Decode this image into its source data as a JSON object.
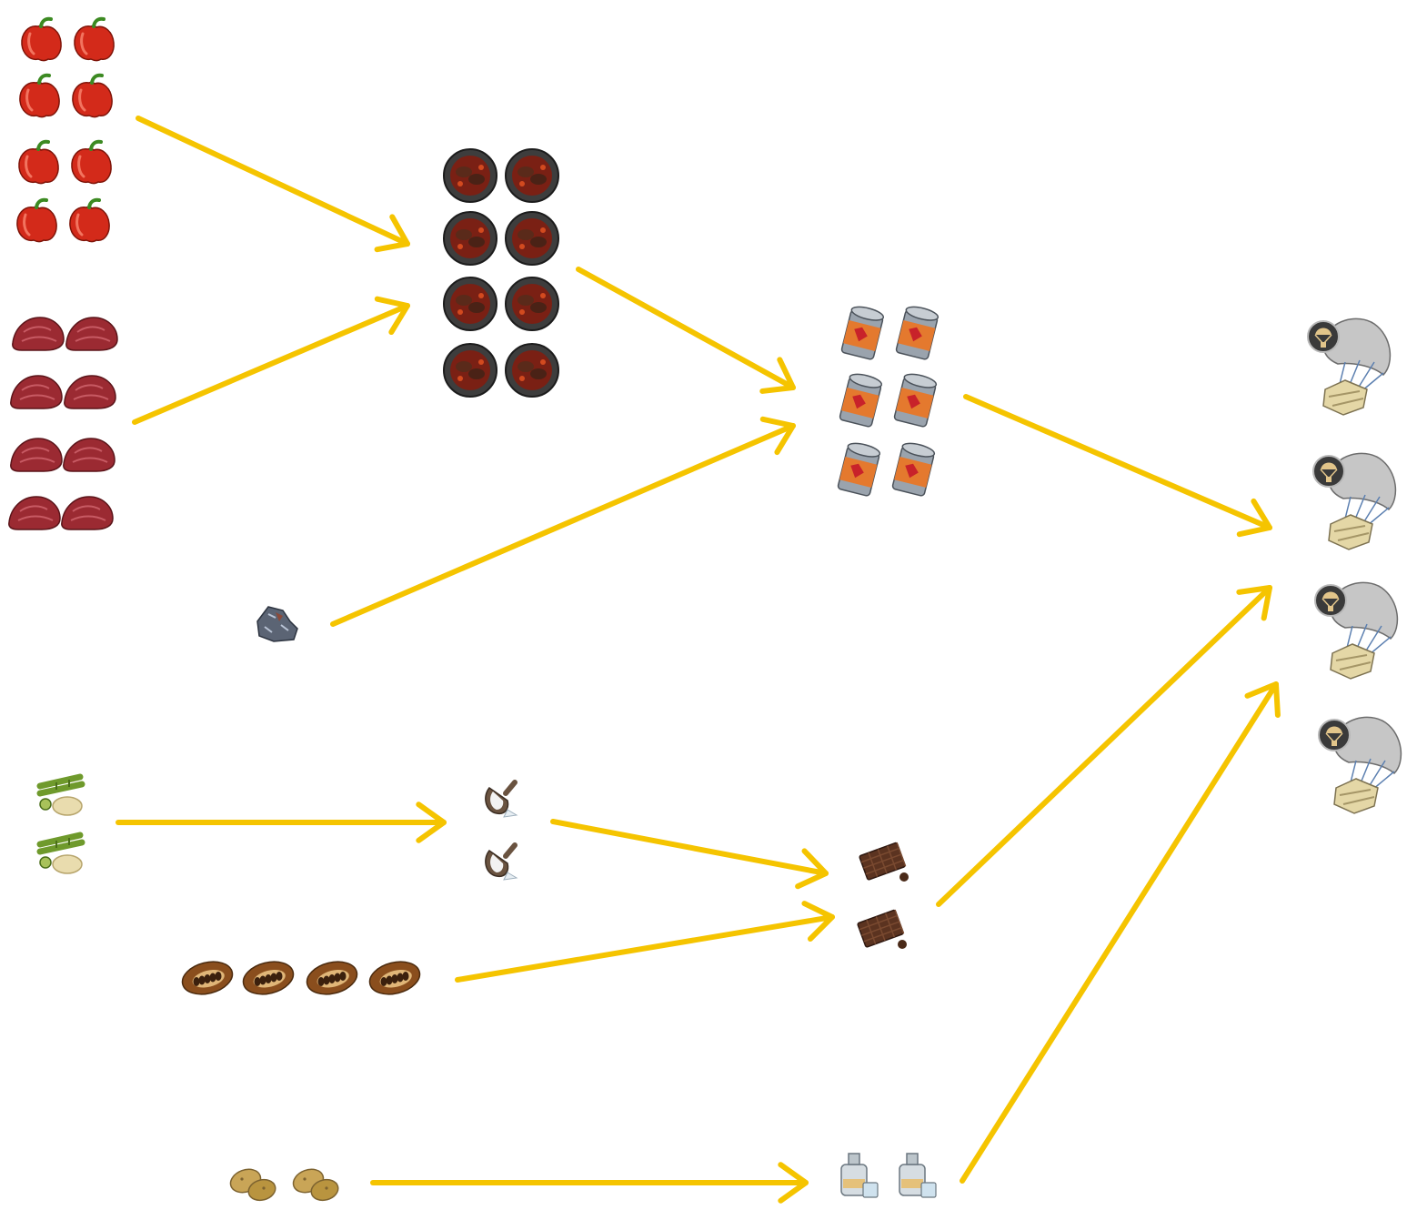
{
  "diagram": {
    "arrow_color": "#F5C400",
    "nodes": [
      {
        "id": "peppers",
        "icon": "bell-pepper-icon",
        "count": 8
      },
      {
        "id": "meat",
        "icon": "raw-meat-icon",
        "count": 8
      },
      {
        "id": "stew",
        "icon": "stew-bowl-icon",
        "count": 8
      },
      {
        "id": "metal",
        "icon": "metal-ore-icon",
        "count": 1
      },
      {
        "id": "cans",
        "icon": "canned-food-icon",
        "count": 6
      },
      {
        "id": "sugarcane",
        "icon": "sugarcane-icon",
        "count": 2
      },
      {
        "id": "sugar",
        "icon": "sugar-scoop-icon",
        "count": 2
      },
      {
        "id": "cacao",
        "icon": "cacao-pod-icon",
        "count": 4
      },
      {
        "id": "chocolate",
        "icon": "chocolate-bar-icon",
        "count": 2
      },
      {
        "id": "potatoes",
        "icon": "potato-icon",
        "count": 2
      },
      {
        "id": "vodka",
        "icon": "vodka-bottle-icon",
        "count": 2
      },
      {
        "id": "airdrop",
        "icon": "supply-airdrop-icon",
        "count": 4
      }
    ],
    "edges": [
      {
        "from": "peppers",
        "to": "stew"
      },
      {
        "from": "meat",
        "to": "stew"
      },
      {
        "from": "stew",
        "to": "cans"
      },
      {
        "from": "metal",
        "to": "cans"
      },
      {
        "from": "cans",
        "to": "airdrop"
      },
      {
        "from": "sugarcane",
        "to": "sugar"
      },
      {
        "from": "sugar",
        "to": "chocolate"
      },
      {
        "from": "cacao",
        "to": "chocolate"
      },
      {
        "from": "chocolate",
        "to": "airdrop"
      },
      {
        "from": "potatoes",
        "to": "vodka"
      },
      {
        "from": "vodka",
        "to": "airdrop"
      }
    ]
  }
}
